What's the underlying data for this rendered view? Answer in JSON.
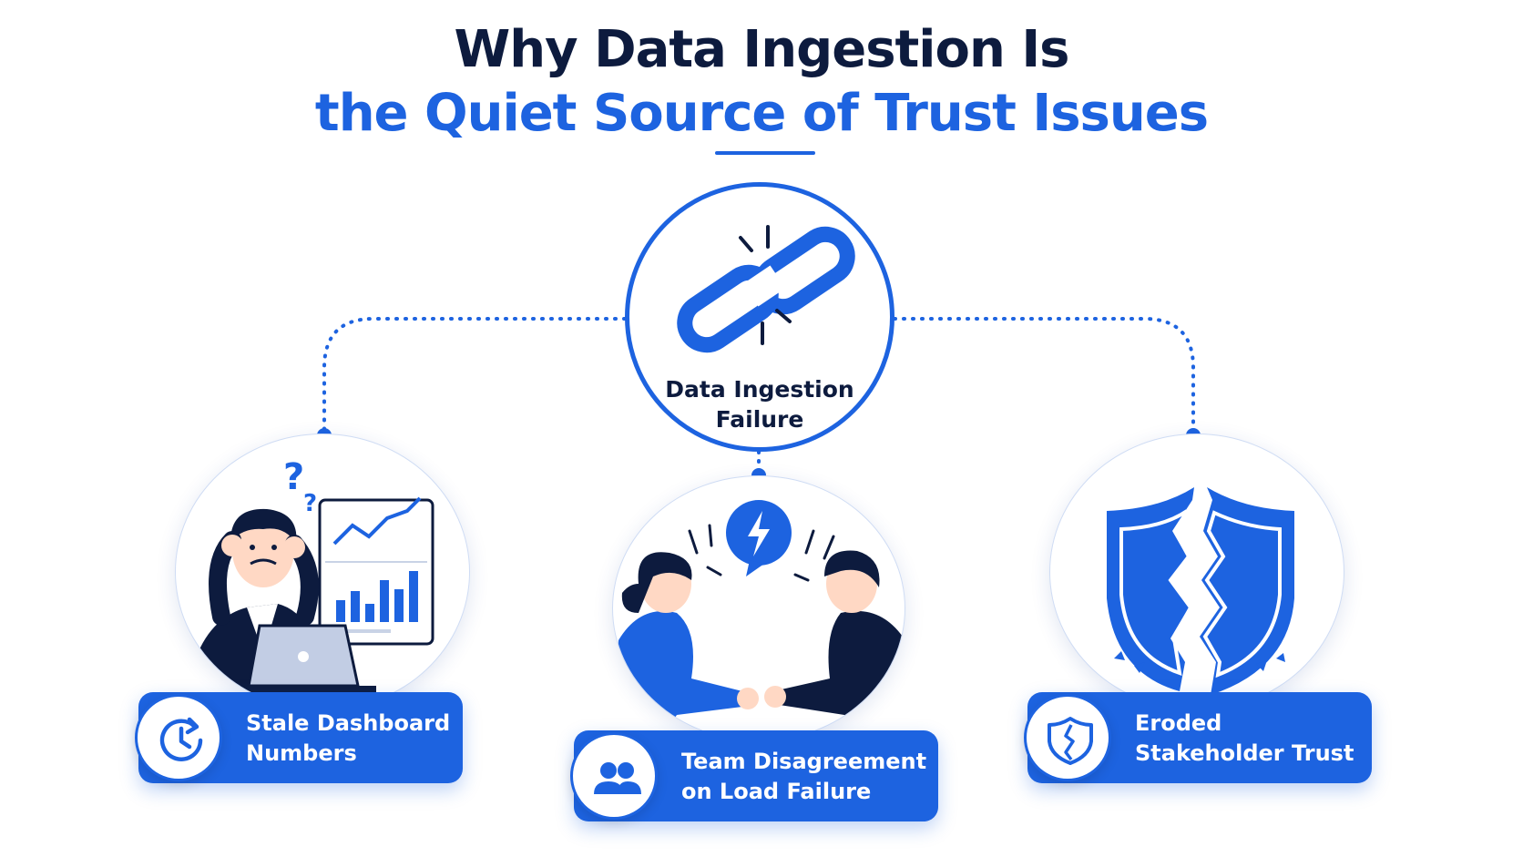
{
  "header": {
    "title_line1": "Why Data Ingestion Is",
    "title_line2": "the Quiet Source of Trust Issues"
  },
  "hub": {
    "label": "Data Ingestion Failure",
    "icon": "broken-chain-icon"
  },
  "nodes": [
    {
      "label": "Stale Dashboard Numbers",
      "icon": "clock-refresh-icon",
      "illustration": "confused-analyst-dashboard"
    },
    {
      "label": "Team Disagreement on Load Failure",
      "icon": "users-icon",
      "illustration": "arguing-colleagues"
    },
    {
      "label": "Eroded Stakeholder Trust",
      "icon": "cracked-shield-icon",
      "illustration": "cracked-shield"
    }
  ],
  "colors": {
    "accent": "#1d63e0",
    "navy": "#0d1b3e",
    "background": "#ffffff"
  }
}
